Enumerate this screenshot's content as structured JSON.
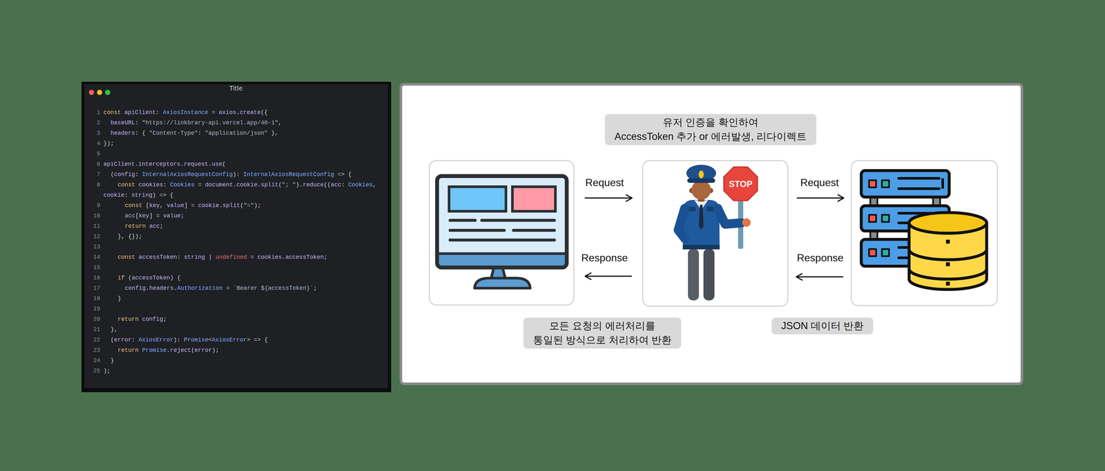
{
  "diagram": {
    "nodes": [
      {
        "text": [
          "Title",
          "1",
          "const apiClient: AxiosInstance = axios.create({",
          "2",
          "baseURL: \"https://linkbrary-api.vercel.app/40-1\",",
          "3",
          "headers: { \"Content-Type\": \"application/json\" },",
          "4",
          "});",
          "5",
          "6",
          "apiClient.interceptors.request.use(",
          "7",
          "(config: InternalAxiosRequestConfig): InternalAxiosRequestConfig => {",
          "8",
          "const cookies: Cookies = document.cookie.split(\"; \").reduce((acc: Cookies, cookie: string) => {",
          "9",
          "const [key, value] = cookie.split(\"=\");",
          "10",
          "acc[key] = value;",
          "11",
          "return acc;",
          "12",
          "}, {});",
          "13",
          "14",
          "const accessToken: string | undefined = cookies.accessToken;",
          "15",
          "16",
          "if (accessToken) {",
          "17",
          "config.headers.Authorization = `Bearer ${accessToken}`;",
          "18",
          "}",
          "19",
          "20",
          "return config;",
          "21",
          "},",
          "22",
          "(error: AxiosError): Promise<AxiosError> => {",
          "23",
          "return Promise.reject(error);",
          "24",
          "}",
          "25",
          ");"
        ]
      },
      {
        "text": [
          "유저 인증을 확인하여 AccessToken 추가 or 에러발생, 리다이렉트"
        ]
      },
      {
        "text": [
          "모든 요청의 에러처리를 통일된 방식으로 처리하여 반환"
        ]
      },
      {
        "text": [
          "JSON 데이터 반환"
        ]
      }
    ],
    "labels": [
      "Request",
      "Response",
      "Request",
      "Response",
      "STOP"
    ]
  }
}
